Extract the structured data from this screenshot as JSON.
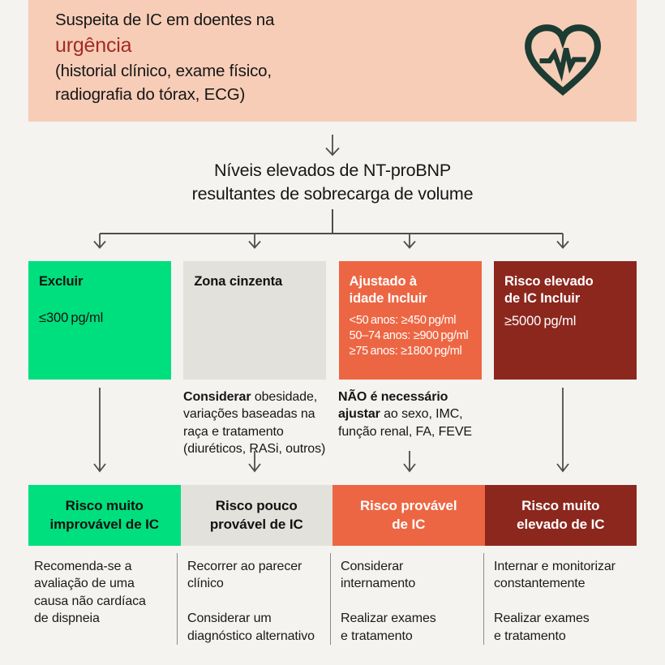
{
  "palette": {
    "background": "#F4F3F0",
    "header_band": "#F7CDB7",
    "green": "#00DF7D",
    "gray": "#E3E1DB",
    "orange": "#ED6643",
    "maroon": "#8C271E",
    "accent_red": "#A32B22",
    "icon_dark_green": "#1C3B32",
    "text_dark": "#121212",
    "text_light": "#FFFFFF",
    "connector_gray": "#4F4E4A"
  },
  "header": {
    "line1": "Suspeita de IC em doentes na",
    "highlight": "urgência",
    "subtitle": "(historial clínico, exame físico,\nradiografia do tórax, ECG)",
    "icon": "heart-ecg-icon"
  },
  "intro": {
    "title": "Níveis elevados de NT-proBNP\nresultantes de sobrecarga de volume"
  },
  "boxes": [
    {
      "title": "Excluir",
      "value": "≤300 pg/ml"
    },
    {
      "title": "Zona cinzenta",
      "value": ""
    },
    {
      "title": "Ajustado à\nidade Incluir",
      "value": "<50 anos: ≥450 pg/ml\n50–74 anos: ≥900 pg/ml\n≥75 anos: ≥1800 pg/ml"
    },
    {
      "title": "Risco elevado\nde IC Incluir",
      "value": "≥5000 pg/ml"
    }
  ],
  "notes": [
    {
      "bold": "Considerar",
      "rest": " obesidade,\nvariações baseadas na\nraça e tratamento\n(diuréticos, RASi, outros)"
    },
    {
      "bold": "NÃO é necessário\najustar",
      "rest": " ao sexo, IMC,\nfunção renal, FA, FEVE"
    }
  ],
  "banners": [
    {
      "label": "Risco muito\nimprovável de IC"
    },
    {
      "label": "Risco pouco\nprovável de IC"
    },
    {
      "label": "Risco provável\nde IC"
    },
    {
      "label": "Risco muito\nelevado de IC"
    }
  ],
  "outcomes": [
    {
      "text": "Recomenda-se a\navaliação de uma\ncausa não cardíaca\nde dispneia"
    },
    {
      "text": "Recorrer ao parecer\nclínico\n\nConsiderar um\ndiagnóstico alternativo"
    },
    {
      "text": "Considerar\ninternamento\n\nRealizar exames\ne tratamento"
    },
    {
      "text": "Internar e monitorizar\nconstantemente\n\nRealizar exames\ne tratamento"
    }
  ]
}
